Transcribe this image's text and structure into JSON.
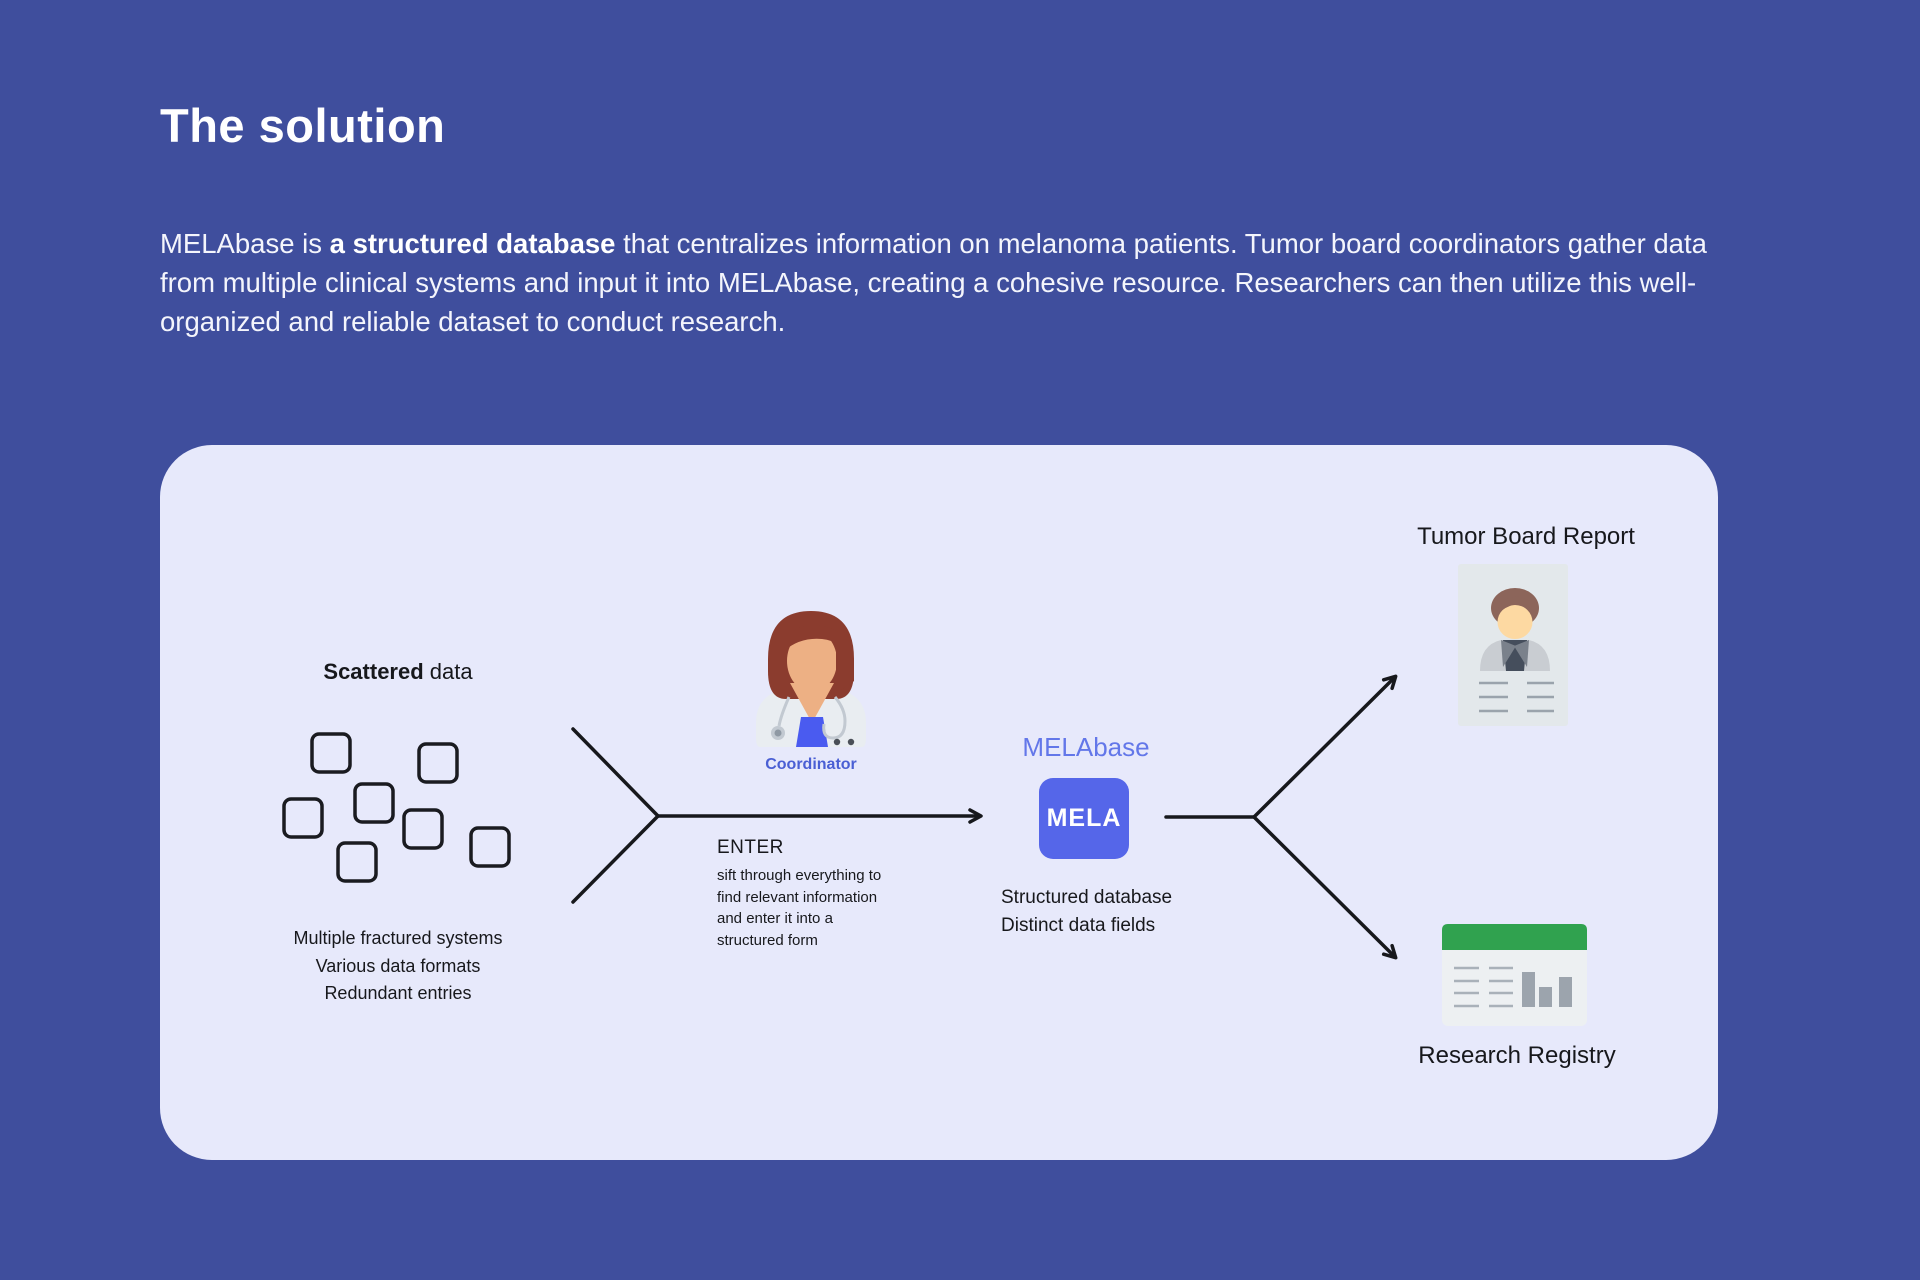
{
  "colors": {
    "background": "#3F4E9D",
    "card": "#E7E9FB",
    "mela_box_blue": "#5566E9",
    "coordinator_label_blue": "#4A5FD4",
    "melabase_label_blue": "#6377E9",
    "registry_green": "#30A24F",
    "text_dark": "#17181C",
    "text_light": "#FFFFFF"
  },
  "header": {
    "title": "The solution",
    "paragraph_prefix": "MELAbase is ",
    "paragraph_bold": "a structured database",
    "paragraph_suffix": " that centralizes information on melanoma patients. Tumor board coordinators gather data from multiple clinical systems and input it into MELAbase, creating a cohesive resource. Researchers can then utilize this well-organized and reliable dataset to conduct research."
  },
  "diagram": {
    "scattered": {
      "title_bold": "Scattered",
      "title_rest": " data",
      "captions": [
        "Multiple fractured systems",
        "Various data formats",
        "Redundant entries"
      ],
      "square_count": 7
    },
    "coordinator": {
      "label": "Coordinator"
    },
    "enter": {
      "title": "ENTER",
      "lines": [
        "sift through everything to",
        "find relevant information",
        "and enter it into a",
        "structured form"
      ]
    },
    "melabase": {
      "label": "MELAbase",
      "box_text": "MELA",
      "captions": [
        "Structured database",
        "Distinct data fields"
      ]
    },
    "outputs": {
      "report_label": "Tumor Board Report",
      "registry_label": "Research Registry"
    }
  },
  "icons": {
    "scattered_squares": "scattered-squares-icon",
    "coordinator": "female-doctor-avatar-icon",
    "tumor_report": "patient-report-card-icon",
    "research_registry": "table-bar-chart-card-icon",
    "arrows": "merge-and-split-flow-arrows"
  }
}
